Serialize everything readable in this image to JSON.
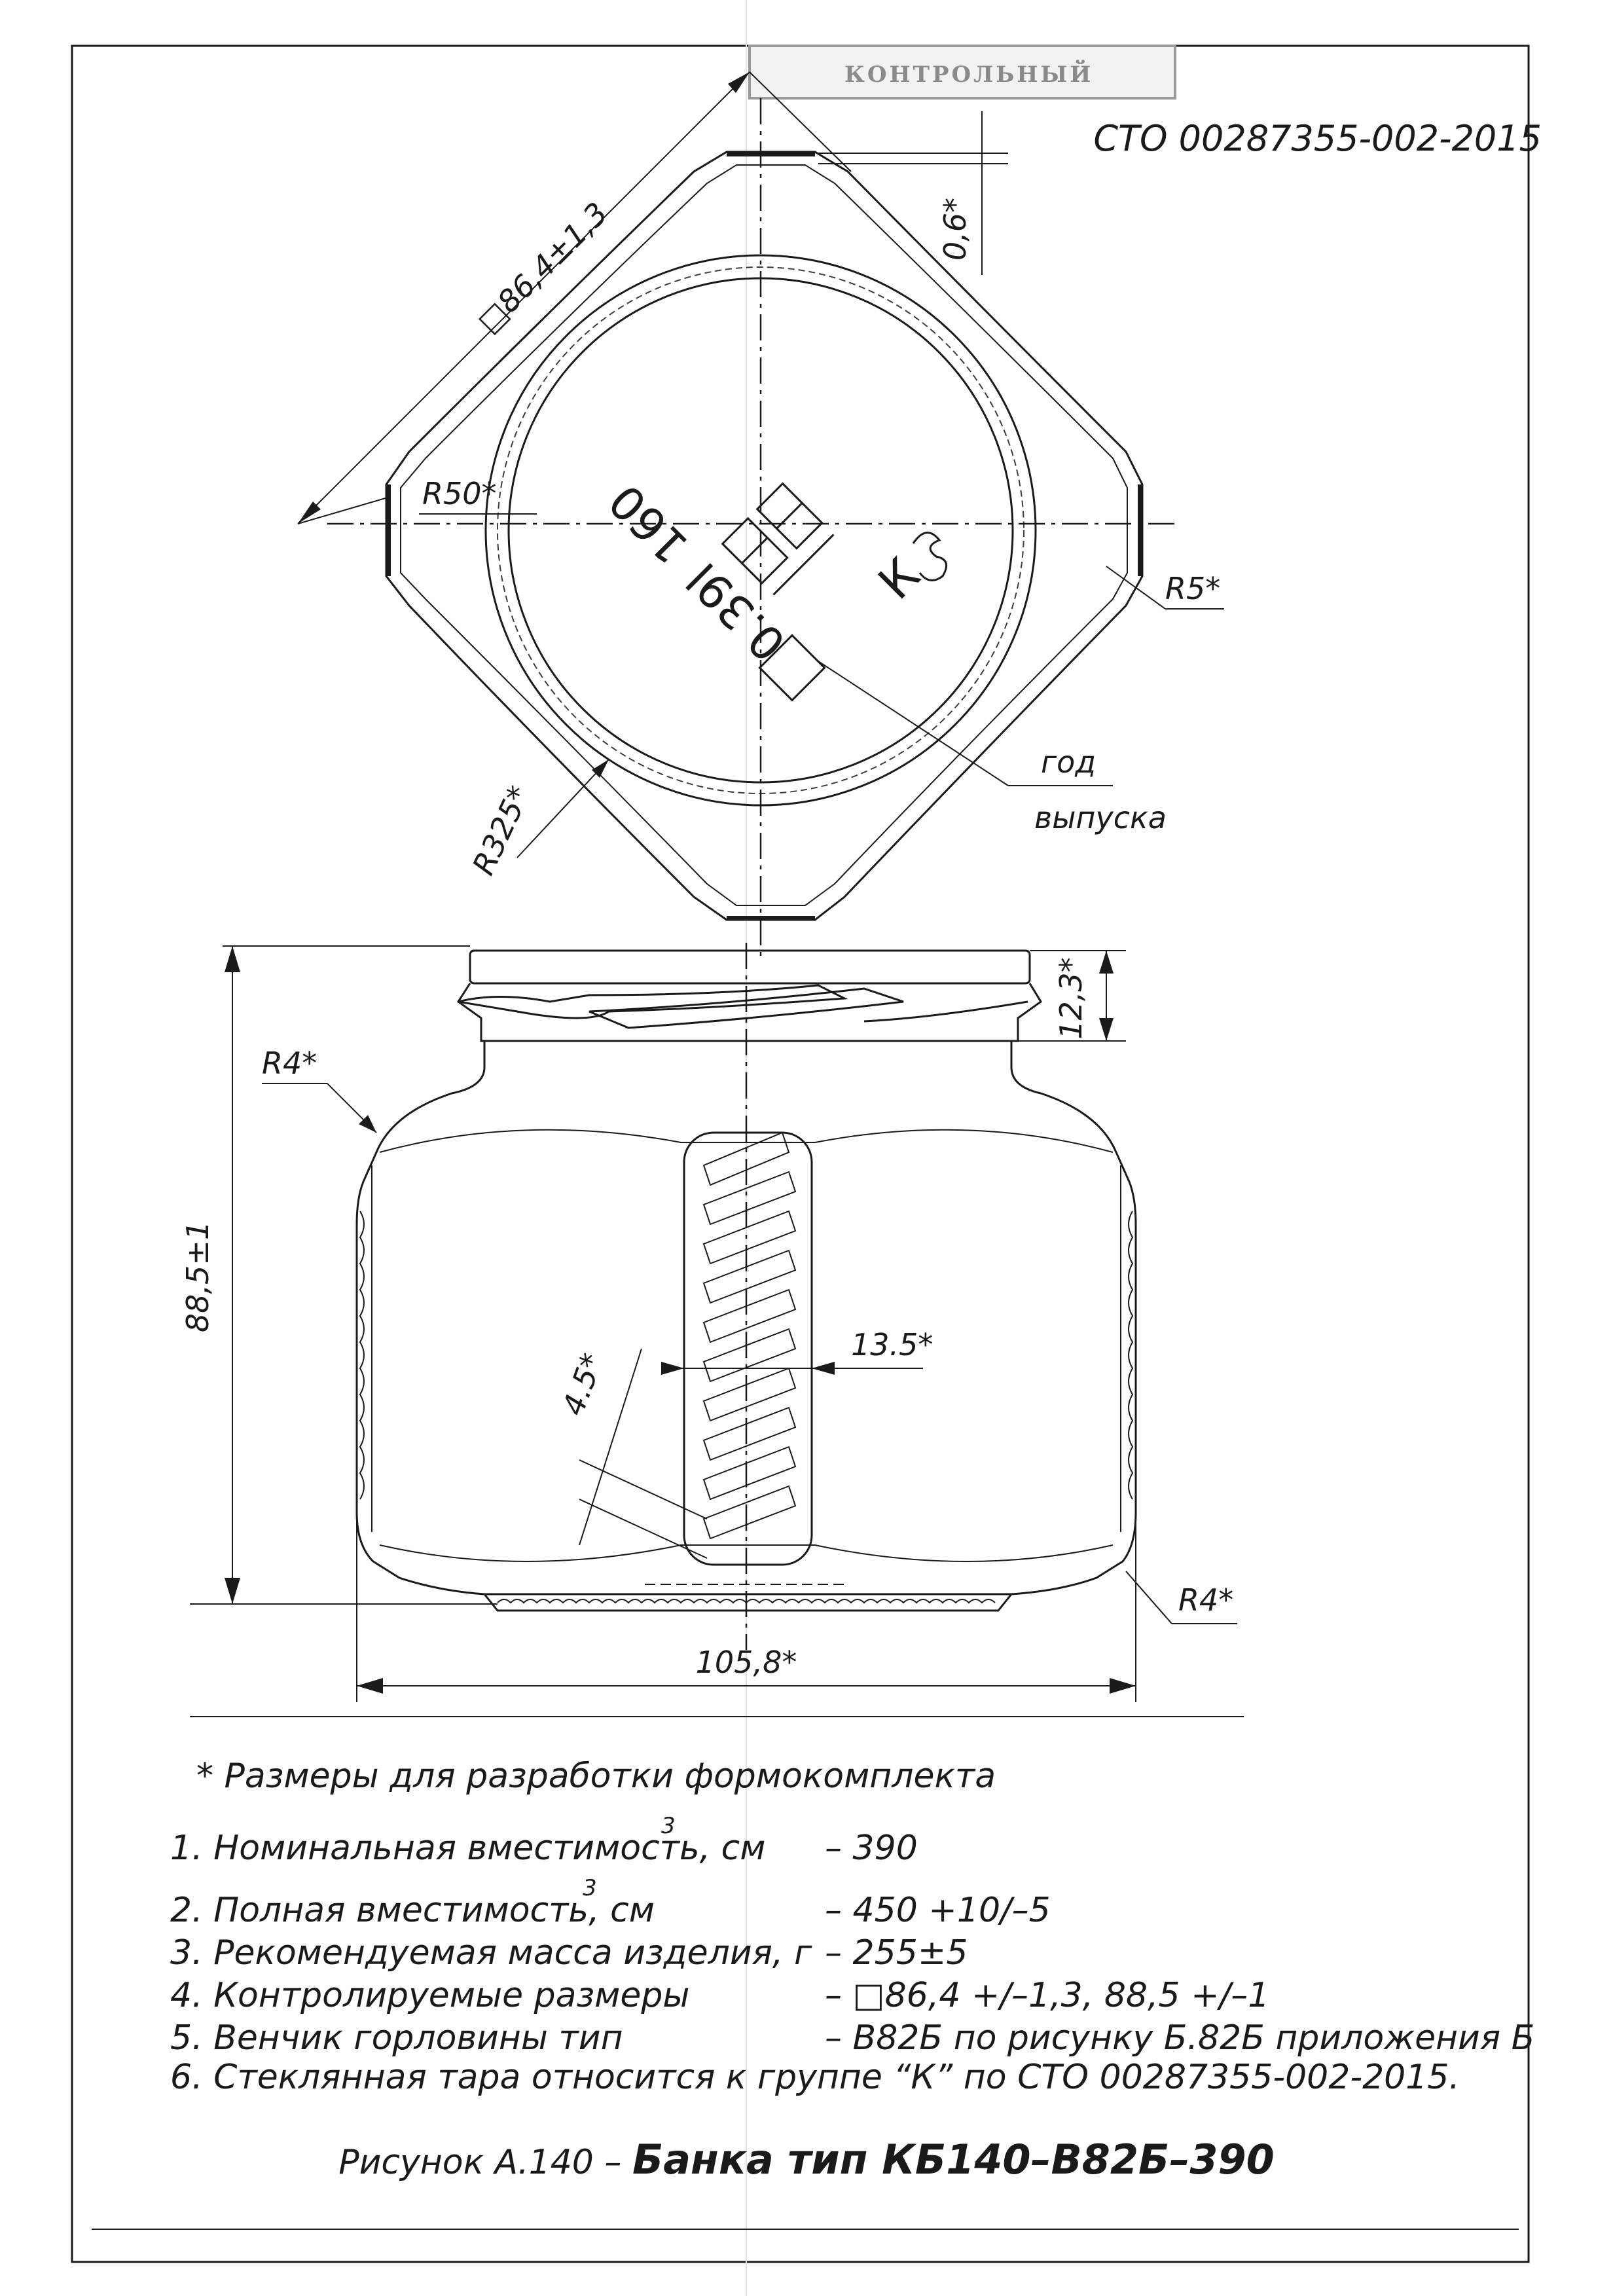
{
  "stamp": {
    "text": "КОНТРОЛЬНЫЙ"
  },
  "header": {
    "standard": "СТО 00287355-002-2015"
  },
  "top_view": {
    "dim_square": "□86,4±1,3",
    "dim_depth": "0,6*",
    "radius_large": "R50*",
    "radius_corner": "R5*",
    "radius_side": "R325*",
    "mark_capacity": "0.39l",
    "mark_code": "160",
    "mark_letter": "К",
    "year_label_1": "год",
    "year_label_2": "выпуска"
  },
  "side_view": {
    "dim_height": "88,5±1",
    "dim_finish": "12,3*",
    "dim_width": "105,8*",
    "dim_panel": "13.5*",
    "dim_rib": "4.5*",
    "radius_top": "R4*",
    "radius_bottom": "R4*"
  },
  "notes": {
    "asterisk_note": "* Размеры для разработки формокомплекта",
    "items": [
      {
        "label": "1. Номинальная вместимость, см",
        "sup": "3",
        "value": "–  390"
      },
      {
        "label": "2. Полная вместимость, см",
        "sup": "3",
        "value": "–  450 +10/–5"
      },
      {
        "label": "3. Рекомендуемая масса изделия, г",
        "sup": "",
        "value": "–  255±5"
      },
      {
        "label": "4. Контролируемые размеры",
        "sup": "",
        "value": "–  □86,4 +/–1,3, 88,5 +/–1"
      },
      {
        "label": "5. Венчик горловины тип",
        "sup": "",
        "value": "–  В82Б по рисунку Б.82Б приложения Б"
      }
    ],
    "item6": "6. Стеклянная тара относится к группе “К” по СТО 00287355-002-2015."
  },
  "caption": {
    "prefix": "Рисунок А.140 – ",
    "title": "Банка тип КБ140–В82Б–390"
  }
}
